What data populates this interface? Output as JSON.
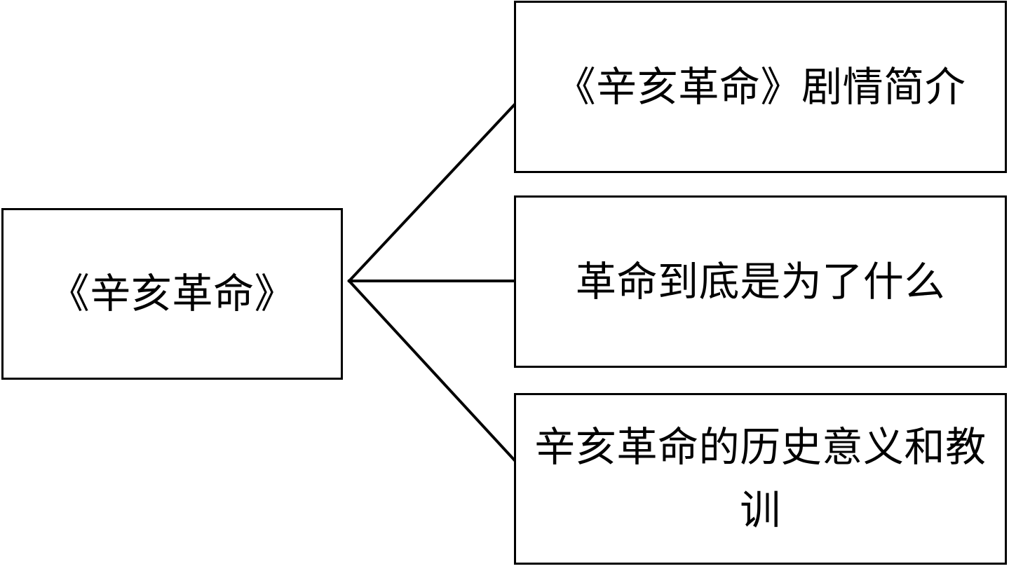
{
  "diagram": {
    "type": "tree",
    "orientation": "left-to-right",
    "background_color": "#ffffff",
    "line_color": "#000000",
    "text_color": "#000000",
    "root": {
      "label": "《辛亥革命》"
    },
    "branches": [
      {
        "label": "《辛亥革命》剧情简介"
      },
      {
        "label": "革命到底是为了什么"
      },
      {
        "label": "辛亥革命的历史意义和教训"
      }
    ],
    "connectors": [
      {
        "name": "root-to-branch-0",
        "from": "root",
        "to": "branch-0",
        "style": "diagonal-up"
      },
      {
        "name": "root-to-branch-1",
        "from": "root",
        "to": "branch-1",
        "style": "horizontal"
      },
      {
        "name": "root-to-branch-2",
        "from": "root",
        "to": "branch-2",
        "style": "diagonal-down"
      }
    ]
  }
}
